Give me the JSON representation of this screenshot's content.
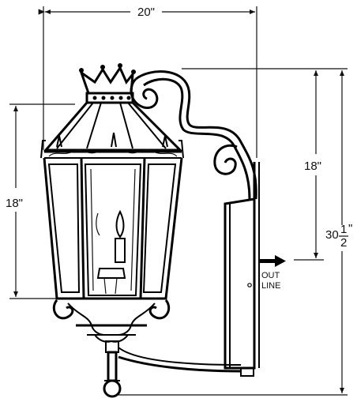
{
  "dimensions": {
    "overall_width": "20\"",
    "lantern_height": "18\"",
    "bracket_height": "18\"",
    "overall_height_whole": "30",
    "overall_height_frac_num": "1",
    "overall_height_frac_den": "2",
    "overall_height_suffix": "\""
  },
  "outlet_note": {
    "line1": "OUT",
    "line2": "LINE"
  }
}
